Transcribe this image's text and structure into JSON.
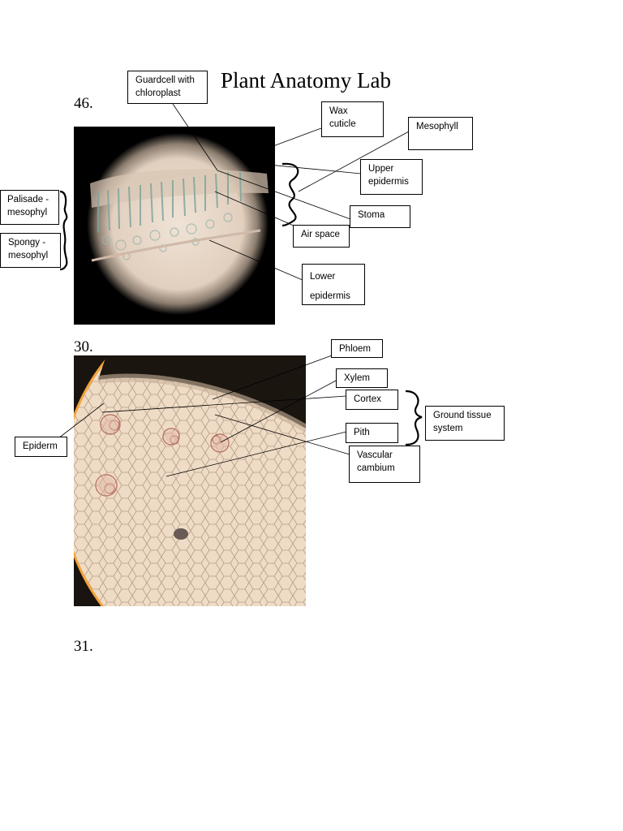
{
  "title": "Plant Anatomy Lab",
  "questions": [
    "46.",
    "30.",
    "31."
  ],
  "leaf_labels": {
    "guardcell": "Guardcell with chloroplast",
    "wax": "Wax cuticle",
    "mesophyll": "Mesophyll",
    "upper_epidermis": "Upper epidermis",
    "stoma": "Stoma",
    "air_space": "Air space",
    "lower_epidermis": "Lower epidermis",
    "palisade": "Palisade - mesophyl",
    "spongy": "Spongy - mesophyl"
  },
  "stem_labels": {
    "phloem": "Phloem",
    "xylem": "Xylem",
    "cortex": "Cortex",
    "pith": "Pith",
    "vascular_cambium": "Vascular cambium",
    "ground_tissue": "Ground tissue system",
    "epiderm": "Epiderm"
  }
}
